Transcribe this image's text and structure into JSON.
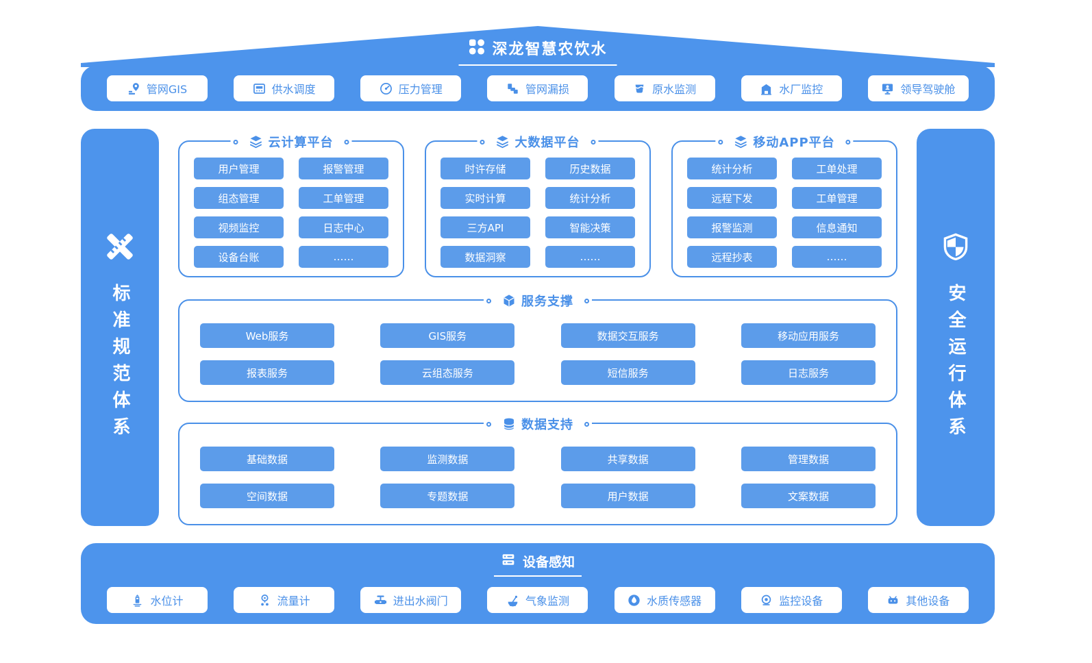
{
  "colors": {
    "primary": "#4D94EC",
    "button": "#5C9CEA",
    "outline": "#4A90E8",
    "white": "#FFFFFF"
  },
  "header": {
    "title": "深龙智慧农饮水",
    "logo_icon": "grid-icon"
  },
  "top_bar": {
    "items": [
      {
        "label": "管网GIS",
        "icon": "map-pin-icon"
      },
      {
        "label": "供水调度",
        "icon": "plc-icon"
      },
      {
        "label": "压力管理",
        "icon": "gauge-icon"
      },
      {
        "label": "管网漏损",
        "icon": "pipe-icon"
      },
      {
        "label": "原水监测",
        "icon": "water-tank-icon"
      },
      {
        "label": "水厂监控",
        "icon": "plant-icon"
      },
      {
        "label": "领导驾驶舱",
        "icon": "monitor-icon"
      }
    ]
  },
  "left_rail": {
    "label": "标准规范体系",
    "icon": "pen-ruler-icon"
  },
  "right_rail": {
    "label": "安全运行体系",
    "icon": "shield-icon"
  },
  "platforms": [
    {
      "title": "云计算平台",
      "icon": "layers-icon",
      "items": [
        "用户管理",
        "报警管理",
        "组态管理",
        "工单管理",
        "视频监控",
        "日志中心",
        "设备台账",
        "……"
      ]
    },
    {
      "title": "大数据平台",
      "icon": "layers-icon",
      "items": [
        "时许存储",
        "历史数据",
        "实时计算",
        "统计分析",
        "三方API",
        "智能决策",
        "数据洞察",
        "……"
      ]
    },
    {
      "title": "移动APP平台",
      "icon": "layers-icon",
      "items": [
        "统计分析",
        "工单处理",
        "远程下发",
        "工单管理",
        "报警监测",
        "信息通知",
        "远程抄表",
        "……"
      ]
    }
  ],
  "service_support": {
    "title": "服务支撑",
    "icon": "cube-icon",
    "items": [
      "Web服务",
      "GIS服务",
      "数据交互服务",
      "移动应用服务",
      "报表服务",
      "云组态服务",
      "短信服务",
      "日志服务"
    ]
  },
  "data_support": {
    "title": "数据支持",
    "icon": "database-icon",
    "items": [
      "基础数据",
      "监测数据",
      "共享数据",
      "管理数据",
      "空间数据",
      "专题数据",
      "用户数据",
      "文案数据"
    ]
  },
  "device_layer": {
    "title": "设备感知",
    "icon": "server-icon",
    "items": [
      {
        "label": "水位计",
        "icon": "water-level-icon"
      },
      {
        "label": "流量计",
        "icon": "flow-meter-icon"
      },
      {
        "label": "进出水阀门",
        "icon": "valve-icon"
      },
      {
        "label": "气象监测",
        "icon": "weather-icon"
      },
      {
        "label": "水质传感器",
        "icon": "water-drop-icon"
      },
      {
        "label": "监控设备",
        "icon": "camera-icon"
      },
      {
        "label": "其他设备",
        "icon": "device-icon"
      }
    ]
  }
}
